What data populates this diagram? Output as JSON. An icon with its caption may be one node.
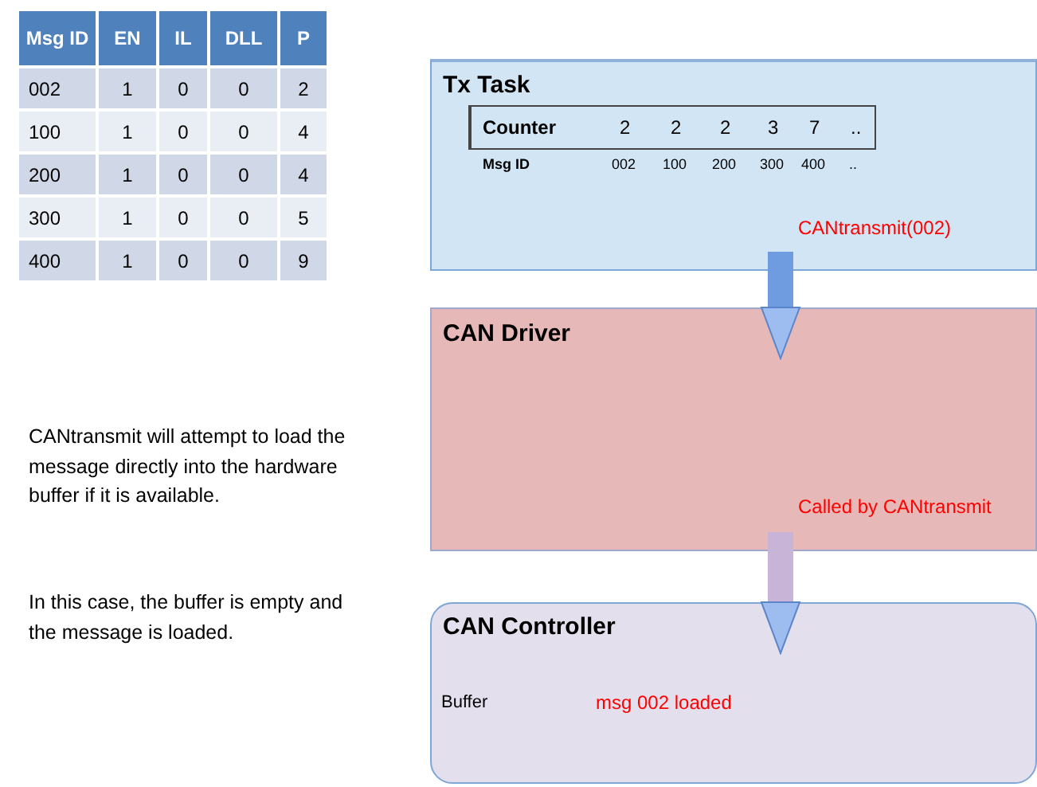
{
  "diagram": {
    "nodes": [
      {
        "text": [
          "Tx Task",
          "CANtransmit(002)"
        ]
      },
      {
        "text": [
          "Counter",
          "2",
          "2",
          "2",
          "3",
          "7",
          ".."
        ],
        "in": 0,
        "beside": [
          "Msg ID",
          "002",
          "100",
          "200",
          "300",
          "400",
          ".."
        ]
      },
      {
        "text": [
          "CAN Driver",
          "Called by CANtransmit"
        ]
      },
      {
        "text": [
          "CAN Controller",
          "Buffer",
          "msg 002 loaded"
        ]
      }
    ],
    "edges": [
      {
        "from": 0,
        "to": 2,
        "arrow": "to"
      },
      {
        "from": 2,
        "to": 3,
        "arrow": "to"
      }
    ],
    "labels": [
      "Msg ID",
      "EN",
      "IL",
      "DLL",
      "P",
      "002",
      "1",
      "0",
      "0",
      "2",
      "100",
      "1",
      "0",
      "0",
      "4",
      "200",
      "1",
      "0",
      "0",
      "4",
      "300",
      "1",
      "0",
      "0",
      "5",
      "400",
      "1",
      "0",
      "0",
      "9",
      "CANtransmit will attempt to load the message directly into the hardware buffer if it is available.",
      "In this case, the buffer is empty and the message is loaded."
    ]
  }
}
